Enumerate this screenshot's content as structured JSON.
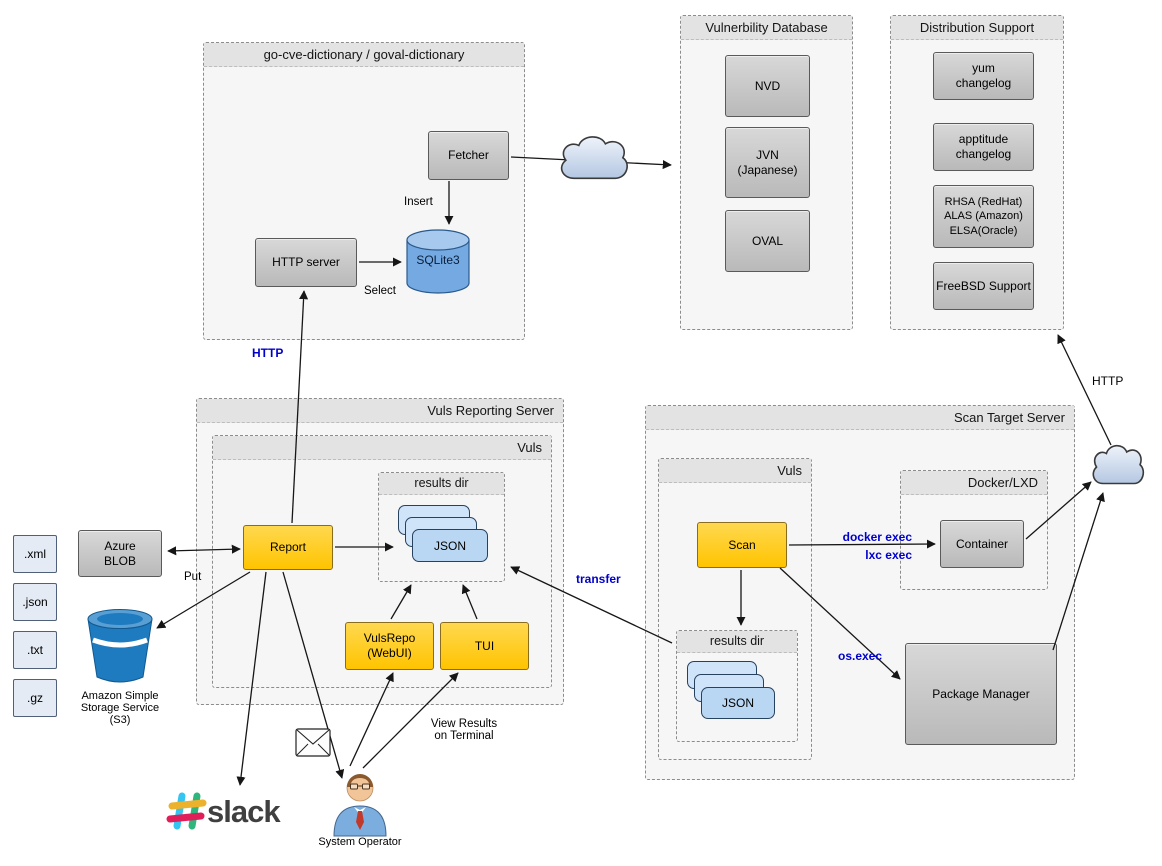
{
  "colors": {
    "accent_yellow": "#ffcc00",
    "box_gray": "#c6c6c6",
    "card_blue": "#b9d7f3",
    "link_label_blue": "#0000cc",
    "s3_bucket_blue": "#1e7bbf",
    "cylinder_blue": "#74a9e2",
    "cloud_blue": "#c7d6ea"
  },
  "containers": {
    "go_cve": "go-cve-dictionary / goval-dictionary",
    "vuln_db": "Vulnerbility Database",
    "dist_support": "Distribution Support",
    "reporting_server": "Vuls Reporting Server",
    "reporting_vuls": "Vuls",
    "reporting_results_dir": "results dir",
    "scan_server": "Scan Target Server",
    "scan_vuls": "Vuls",
    "scan_results_dir": "results dir",
    "docker_lxd": "Docker/LXD"
  },
  "nodes": {
    "fetcher": "Fetcher",
    "http_server": "HTTP server",
    "sqlite3": "SQLite3",
    "nvd": "NVD",
    "jvn": "JVN\n(Japanese)",
    "oval": "OVAL",
    "yum_changelog": "yum\nchangelog",
    "apptitude_changelog": "apptitude\nchangelog",
    "rhsa": "RHSA (RedHat)\nALAS (Amazon)\nELSA(Oracle)",
    "freebsd": "FreeBSD Support",
    "report": "Report",
    "vulsrepo": "VulsRepo\n(WebUI)",
    "tui": "TUI",
    "scan": "Scan",
    "container": "Container",
    "package_manager": "Package Manager",
    "azure_blob": "Azure\nBLOB",
    "json_card": "JSON"
  },
  "files": [
    ".xml",
    ".json",
    ".txt",
    ".gz"
  ],
  "edge_labels": {
    "insert": "Insert",
    "select": "Select",
    "http_left": "HTTP",
    "put": "Put",
    "transfer": "transfer",
    "docker_exec": "docker exec",
    "lxc_exec": "lxc exec",
    "os_exec": "os.exec",
    "http_right": "HTTP",
    "view_results": "View Results\non Terminal"
  },
  "misc": {
    "slack": "slack",
    "system_operator": "System Operator",
    "s3_label": "Amazon Simple\nStorage Service\n(S3)"
  }
}
